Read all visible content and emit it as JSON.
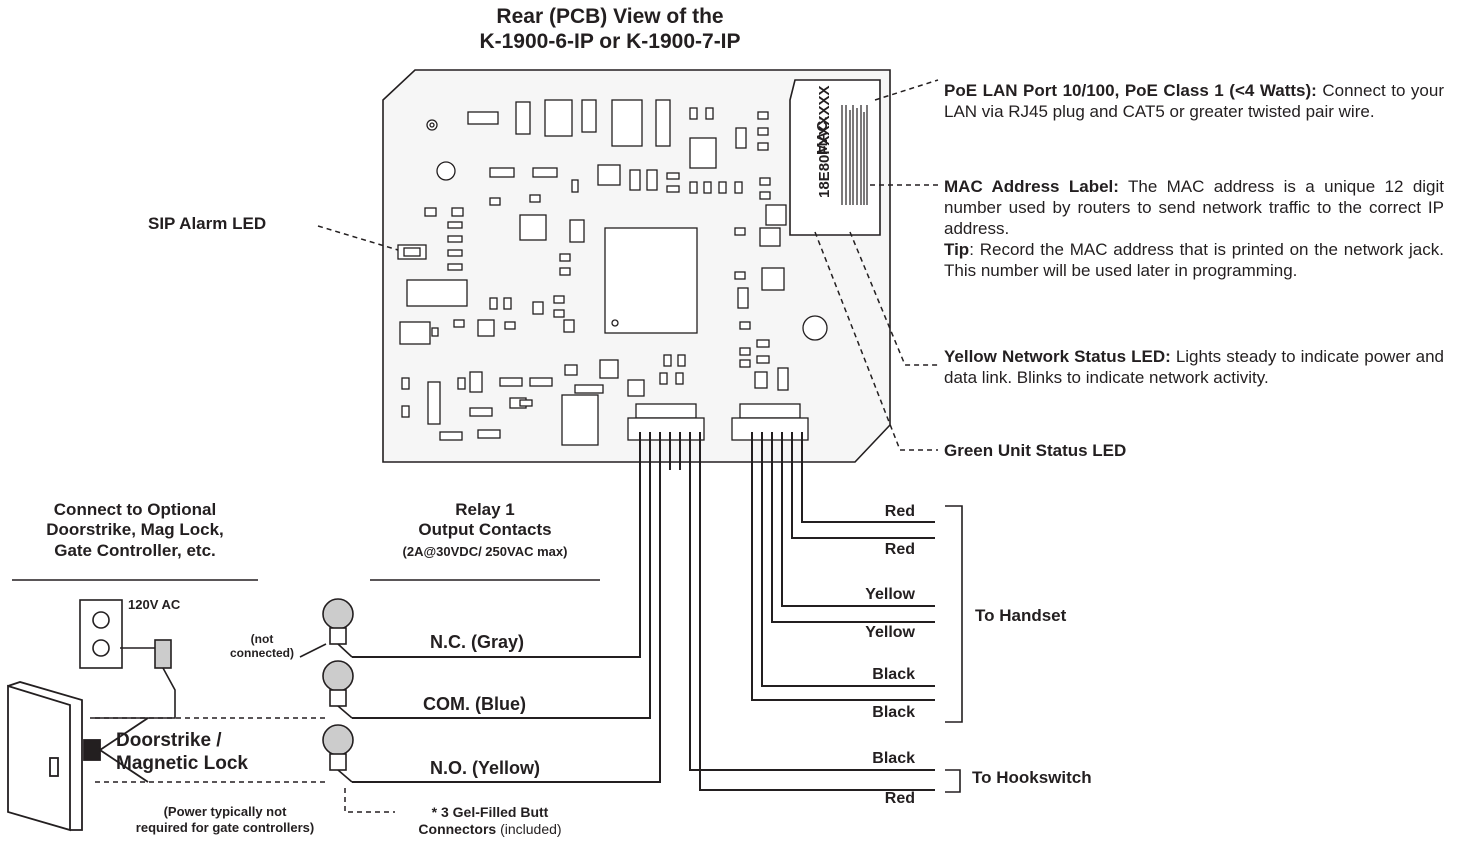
{
  "title": {
    "line1": "Rear (PCB) View of the",
    "line2": "K-1900-6-IP or K-1900-7-IP"
  },
  "mac_label": {
    "prefix": "MAC:",
    "value": "18E80FXXXXXX"
  },
  "callouts": {
    "poe": {
      "head": "PoE LAN Port 10/100, PoE Class 1 (<4 Watts):",
      "body": " Connect to your LAN via RJ45 plug and CAT5 or greater twisted pair wire."
    },
    "mac": {
      "head": "MAC Address Label:",
      "body": " The MAC address is a unique 12 digit number used by routers to send network traffic to the correct IP address.",
      "tip_head": "Tip",
      "tip_body": ": Record the MAC address that is printed on the network jack. This number will be used later in programming."
    },
    "yellow_led": {
      "head": "Yellow Network Status LED:",
      "body": " Lights steady to indicate power and data link. Blinks to indicate network activity."
    },
    "green_led": {
      "head": "Green Unit Status LED"
    },
    "sip_led": {
      "head": "SIP Alarm LED"
    }
  },
  "handset_wires": [
    "Red",
    "Red",
    "Yellow",
    "Yellow",
    "Black",
    "Black"
  ],
  "hookswitch_wires": [
    "Black",
    "Red"
  ],
  "to_handset": "To Handset",
  "to_hookswitch": "To Hookswitch",
  "relay": {
    "line1": "Relay 1",
    "line2": "Output Contacts",
    "line3": "(2A@30VDC/ 250VAC max)"
  },
  "relay_wires": [
    "N.C. (Gray)",
    "COM. (Blue)",
    "N.O. (Yellow)"
  ],
  "connect": {
    "line1": "Connect to Optional",
    "line2": "Doorstrike, Mag Lock,",
    "line3": "Gate Controller, etc."
  },
  "outlet_label": "120V AC",
  "not_connected": {
    "line1": "(not",
    "line2": "connected)"
  },
  "doorstrike": {
    "line1": "Doorstrike /",
    "line2": "Magnetic Lock"
  },
  "power_note": {
    "line1": "(Power typically not",
    "line2": "required for gate controllers)"
  },
  "butt": {
    "line1": "* 3 Gel-Filled Butt",
    "line2_bold": "Connectors",
    "line2_rest": " (included)"
  }
}
